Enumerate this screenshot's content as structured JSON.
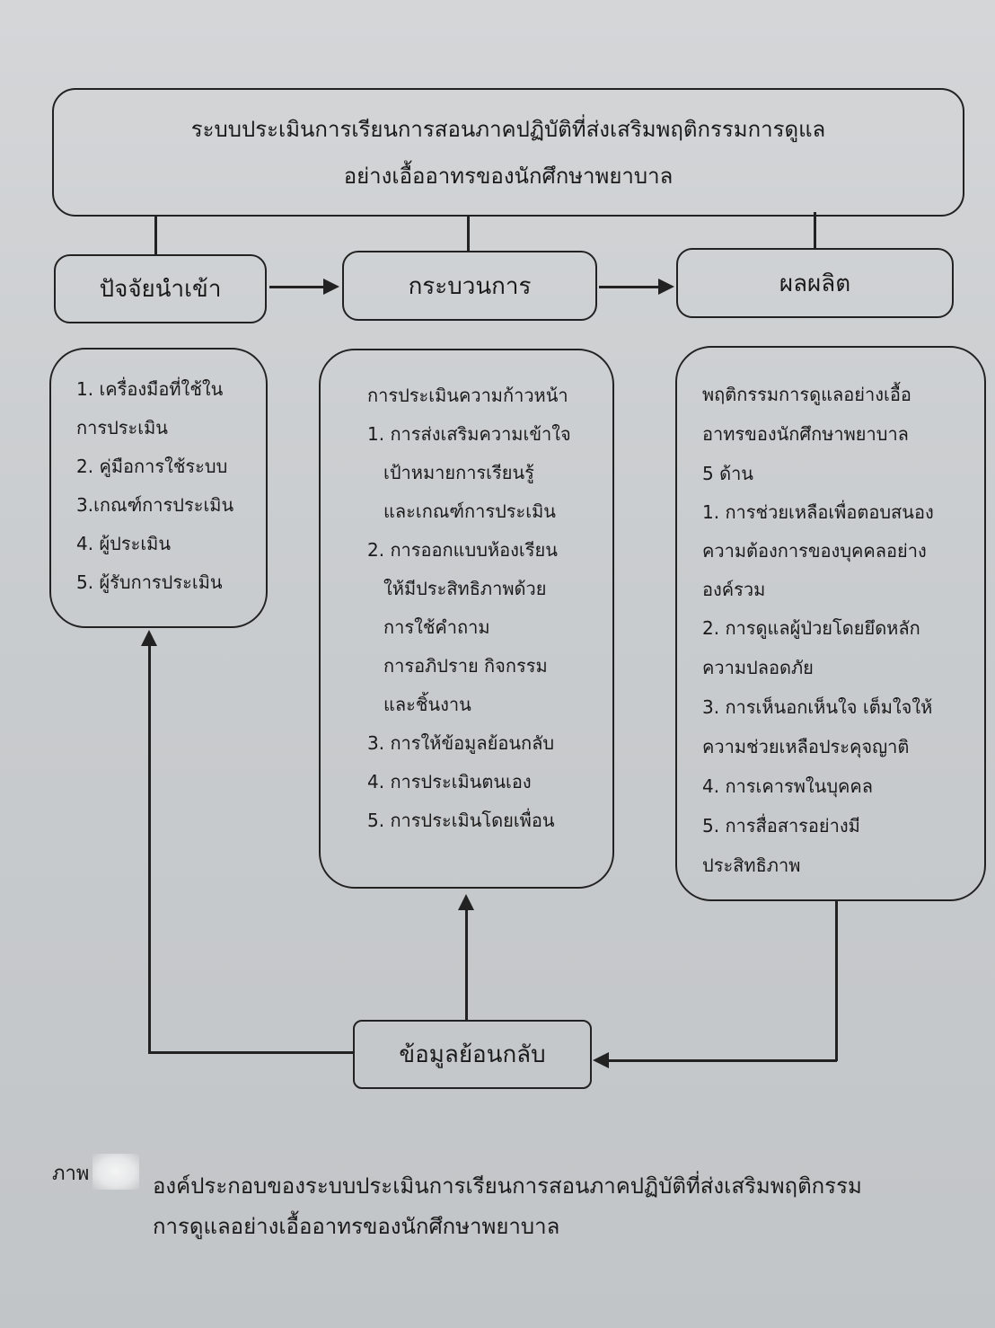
{
  "title": {
    "line1": "ระบบประเมินการเรียนการสอนภาคปฏิบัติที่ส่งเสริมพฤติกรรมการดูแล",
    "line2": "อย่างเอื้ออาทรของนักศึกษาพยาบาล"
  },
  "stages": {
    "input": "ปัจจัยนำเข้า",
    "process": "กระบวนการ",
    "output": "ผลผลิต"
  },
  "input_list": [
    "1. เครื่องมือที่ใช้ใน",
    "การประเมิน",
    "2. คู่มือการใช้ระบบ",
    "3.เกณฑ์การประเมิน",
    "4. ผู้ประเมิน",
    "5. ผู้รับการประเมิน"
  ],
  "process_list": [
    "การประเมินความก้าวหน้า",
    "1. การส่งเสริมความเข้าใจ",
    "เป้าหมายการเรียนรู้",
    "และเกณฑ์การประเมิน",
    "2. การออกแบบห้องเรียน",
    "ให้มีประสิทธิภาพด้วย",
    "การใช้คำถาม",
    "การอภิปราย  กิจกรรม",
    "และชิ้นงาน",
    "3. การให้ข้อมูลย้อนกลับ",
    "4.  การประเมินตนเอง",
    "5. การประเมินโดยเพื่อน"
  ],
  "output_list": [
    "พฤติกรรมการดูแลอย่างเอื้อ",
    "อาทรของนักศึกษาพยาบาล",
    "5 ด้าน",
    "1. การช่วยเหลือเพื่อตอบสนอง",
    "ความต้องการของบุคคลอย่าง",
    "องค์รวม",
    "2. การดูแลผู้ป่วยโดยยึดหลัก",
    "ความปลอดภัย",
    "3. การเห็นอกเห็นใจ เต็มใจให้",
    "ความช่วยเหลือประคุจญาติ",
    "4. การเคารพในบุคคล",
    "5. การสื่อสารอย่างมี",
    "ประสิทธิภาพ"
  ],
  "feedback": "ข้อมูลย้อนกลับ",
  "caption": {
    "label": "ภาพ",
    "line1": "องค์ประกอบของระบบประเมินการเรียนการสอนภาคปฏิบัติที่ส่งเสริมพฤติกรรม",
    "line2": "การดูแลอย่างเอื้ออาทรของนักศึกษาพยาบาล"
  }
}
